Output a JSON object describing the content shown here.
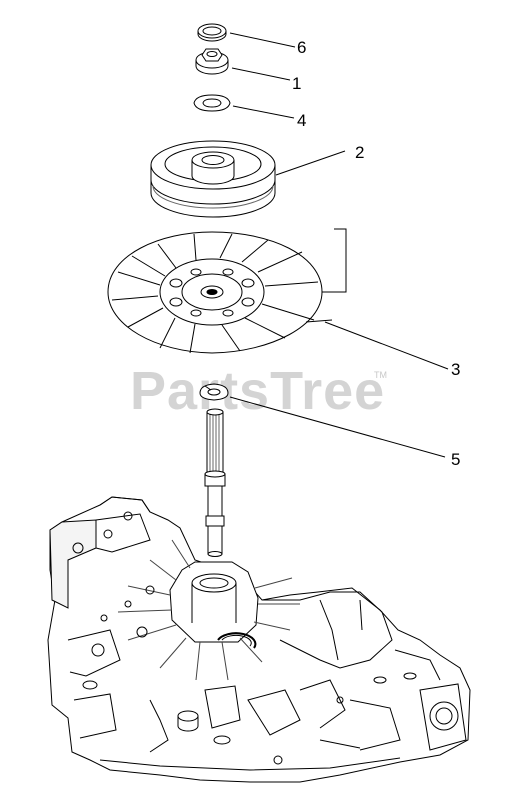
{
  "watermark": {
    "text": "PartsTree",
    "trademark": "TM"
  },
  "callouts": [
    {
      "id": "6",
      "label": "6"
    },
    {
      "id": "1",
      "label": "1"
    },
    {
      "id": "4",
      "label": "4"
    },
    {
      "id": "2",
      "label": "2"
    },
    {
      "id": "3",
      "label": "3"
    },
    {
      "id": "5",
      "label": "5"
    }
  ]
}
